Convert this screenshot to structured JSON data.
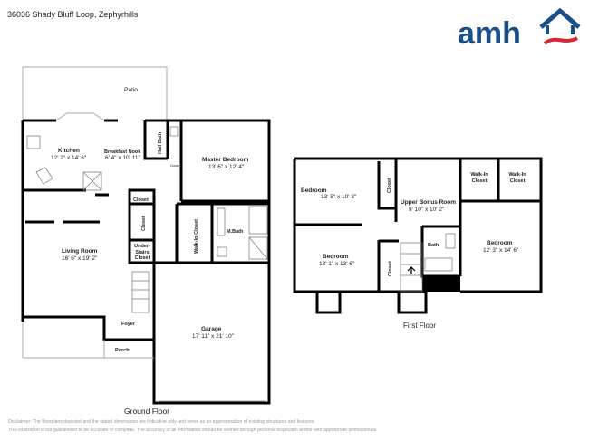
{
  "header": {
    "address": "36036 Shady Bluff Loop, Zephyrhills",
    "logo_text": "amh",
    "logo_colors": {
      "blue": "#1b4f8a",
      "red": "#d7262e"
    }
  },
  "ground_floor": {
    "label": "Ground Floor",
    "rooms": [
      {
        "name": "Patio"
      },
      {
        "name": "Kitchen",
        "dims": "12' 2\" x 14' 6\""
      },
      {
        "name": "Breakfast Nook",
        "dims": "6' 4\" x 10' 11\""
      },
      {
        "name": "Half Bath"
      },
      {
        "name": "Closet"
      },
      {
        "name": "Master Bedroom",
        "dims": "13' 6\" x 12' 4\""
      },
      {
        "name": "Closet"
      },
      {
        "name": "Closet"
      },
      {
        "name": "Under-Stairs Closet"
      },
      {
        "name": "Walk-In-Closet"
      },
      {
        "name": "M.Bath"
      },
      {
        "name": "Living Room",
        "dims": "16' 6\" x 19' 2\""
      },
      {
        "name": "Foyer"
      },
      {
        "name": "Porch"
      },
      {
        "name": "Garage",
        "dims": "17' 11\" x 21' 10\""
      }
    ]
  },
  "first_floor": {
    "label": "First Floor",
    "rooms": [
      {
        "name": "Bedroom",
        "dims": "13' 5\" x 10' 3\""
      },
      {
        "name": "Closet"
      },
      {
        "name": "Upper Bonus Room",
        "dims": "9' 10\" x 10' 2\""
      },
      {
        "name": "Walk-In Closet"
      },
      {
        "name": "Walk-In Closet"
      },
      {
        "name": "Bedroom",
        "dims": "13' 1\" x 13' 6\""
      },
      {
        "name": "Closet"
      },
      {
        "name": "Bath"
      },
      {
        "name": "Bedroom",
        "dims": "12' 3\" x 14' 6\""
      }
    ]
  },
  "disclaimer": {
    "line1": "Disclaimer: The floorplans depicted and the stated dimensions are indicative only and serve as an approximation of existing structures and features.",
    "line2": "This illustration is not guaranteed to be accurate or complete. The accuracy of all information should be verified through personal inspection and/or with appropriate professionals."
  }
}
